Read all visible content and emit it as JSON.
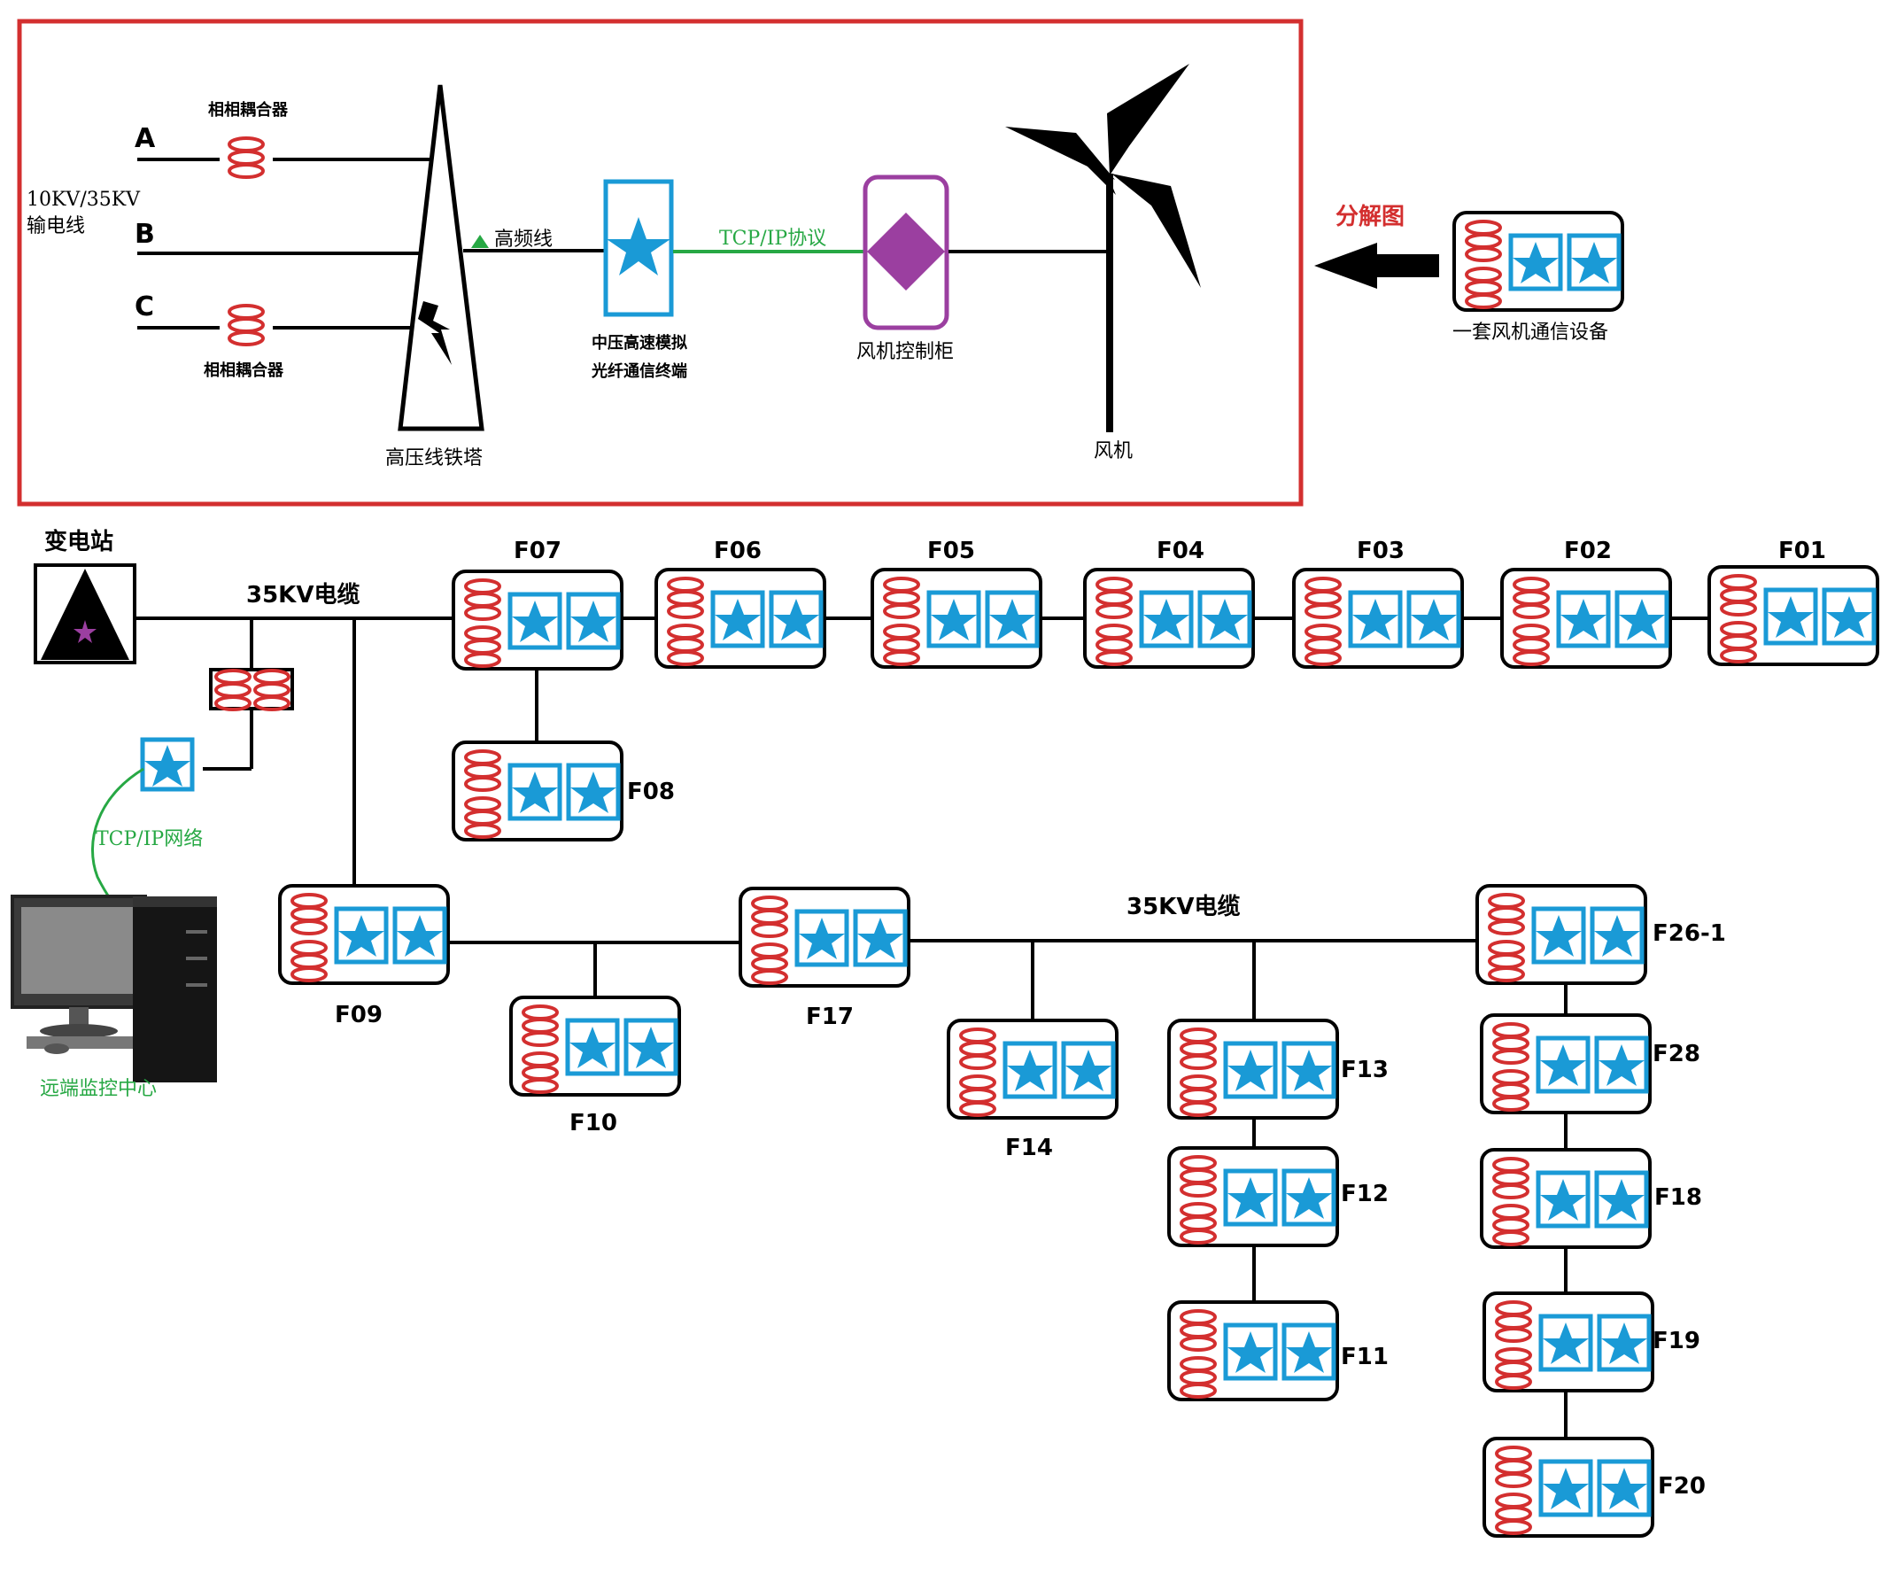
{
  "colors": {
    "frame": "#d32f2f",
    "line": "#000000",
    "blue": "#1a9ad6",
    "red": "#d32f2f",
    "green": "#27a844",
    "purple": "#9b3fa0",
    "black": "#000000"
  },
  "detail": {
    "voltage_label": "10KV/35KV",
    "line_label": "输电线",
    "phase_a": "A",
    "phase_b": "B",
    "phase_c": "C",
    "coupler_top": "相相耦合器",
    "coupler_bottom": "相相耦合器",
    "hf_line": "高频线",
    "tower": "高压线铁塔",
    "terminal_line1": "中压高速模拟",
    "terminal_line2": "光纤通信终端",
    "tcp_protocol": "TCP/IP协议",
    "cabinet": "风机控制柜",
    "turbine": "风机",
    "exploded_view": "分解图",
    "device_set": "一套风机通信设备"
  },
  "network": {
    "substation": "变电站",
    "cable_top": "35KV电缆",
    "cable_bottom": "35KV电缆",
    "tcp_network": "TCP/IP网络",
    "monitor_center": "远端监控中心",
    "units": {
      "F07": "F07",
      "F06": "F06",
      "F05": "F05",
      "F04": "F04",
      "F03": "F03",
      "F02": "F02",
      "F01": "F01",
      "F08": "F08",
      "F09": "F09",
      "F10": "F10",
      "F17": "F17",
      "F14": "F14",
      "F13": "F13",
      "F12": "F12",
      "F11": "F11",
      "F26_1": "F26-1",
      "F28": "F28",
      "F18": "F18",
      "F19": "F19",
      "F20": "F20"
    }
  }
}
